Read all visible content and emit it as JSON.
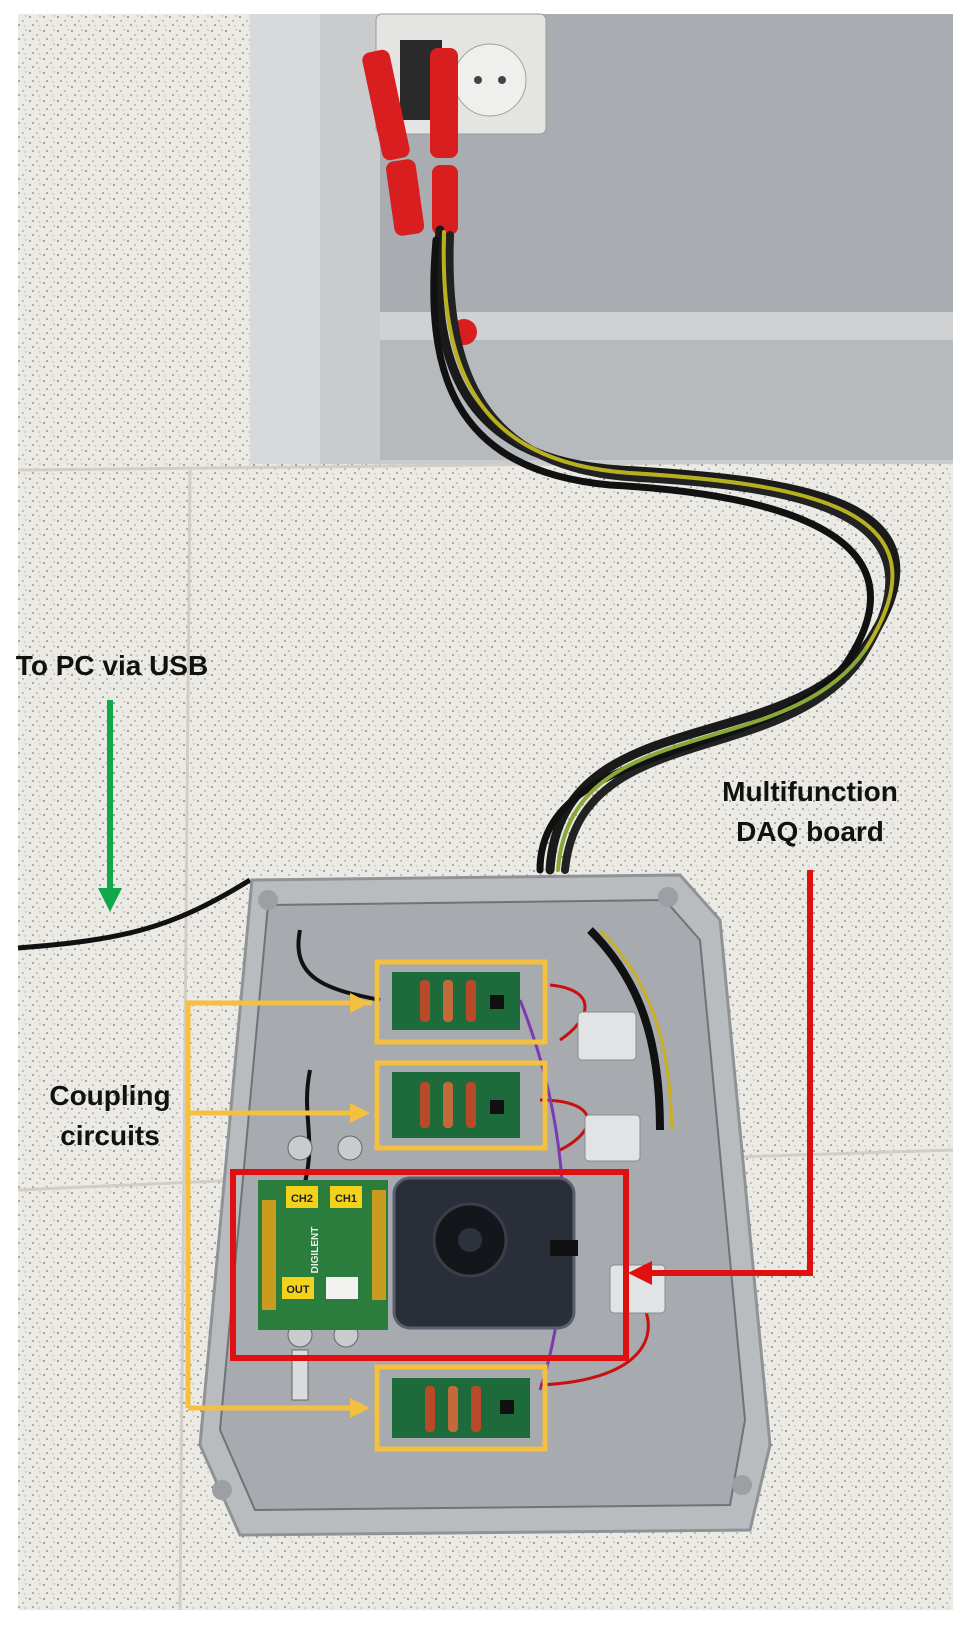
{
  "annotations": {
    "usb_label": "To PC via USB",
    "daq_label_line1": "Multifunction",
    "daq_label_line2": "DAQ board",
    "coupling_label_line1": "Coupling",
    "coupling_label_line2": "circuits"
  },
  "board_markings": {
    "ch2": "CH2",
    "ch1": "CH1",
    "out": "OUT",
    "brand": "DIGILENT"
  },
  "colors": {
    "usb_arrow": "#10a84a",
    "daq_highlight": "#e01010",
    "coupling_highlight": "#f5c040",
    "floor": "#ece8e0",
    "wall": "#c9cbcd",
    "enclosure": "#b9bcbf",
    "pcb": "#1d6b3a"
  },
  "icons": {
    "usb_arrow": "arrow-down-icon",
    "daq_arrow": "arrow-left-icon",
    "coupling_arrows": "arrow-right-icon"
  }
}
